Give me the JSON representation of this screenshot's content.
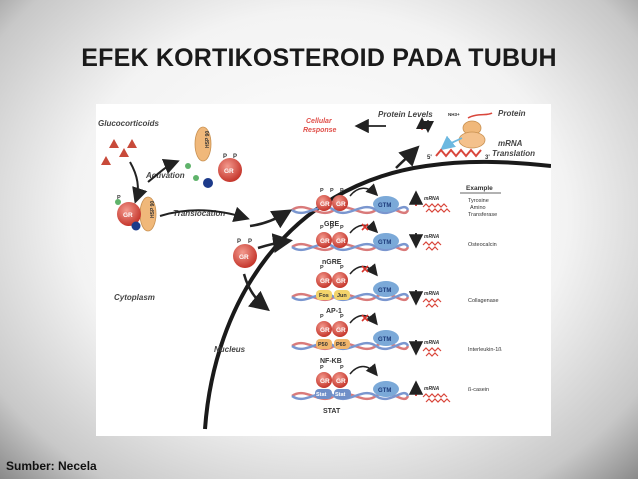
{
  "slide": {
    "title": "EFEK KORTIKOSTEROID PADA TUBUH",
    "source": "Sumber: Necela"
  },
  "figure": {
    "labels": {
      "glucocorticoids": "Glucocorticoids",
      "activation": "Activation",
      "translocation": "Translocation",
      "cytoplasm": "Cytoplasm",
      "nucleus": "Nucleus",
      "cellular_response": [
        "Cellular",
        "Response"
      ],
      "protein_levels": "Protein Levels",
      "protein": "Protein",
      "nh3": "NH3+",
      "mrna_translation": [
        "mRNA",
        "Translation"
      ],
      "five_prime": "5'",
      "three_prime": "3'",
      "example_header": "Example",
      "hsp": "HSP 90",
      "gr": "GR",
      "p": "P",
      "gtm": "GTM",
      "mrna": "mRNA"
    },
    "rows": [
      {
        "site": "GRE",
        "partners": [],
        "effect": "up",
        "example": [
          "Tyrosine",
          "Amino",
          "Transferase"
        ]
      },
      {
        "site": "nGRE",
        "partners": [],
        "effect": "down",
        "example": [
          "Osteocalcin"
        ]
      },
      {
        "site": "AP-1",
        "partners": [
          "Fos",
          "Jun"
        ],
        "effect": "down",
        "example": [
          "Collagenase"
        ]
      },
      {
        "site": "NF-KB",
        "partners": [
          "P50",
          "P65"
        ],
        "effect": "down",
        "example": [
          "Interleukin-1ß"
        ]
      },
      {
        "site": "STAT",
        "partners": [
          "Stat",
          "Stat"
        ],
        "effect": "up",
        "example": [
          "ß-casein"
        ]
      }
    ],
    "colors": {
      "gr": "#d9463b",
      "hsp": "#f0b87a",
      "up_arrow": "#d9342b",
      "down_arrow": "#222222",
      "dna_a": "#d97a7a",
      "dna_b": "#7a96cf",
      "gtm": "#7ba9d8",
      "partner": "#f2d36b",
      "nfkb": "#f0b56b",
      "stat": "#6f8fc8",
      "mrna": "#d9463b"
    }
  }
}
